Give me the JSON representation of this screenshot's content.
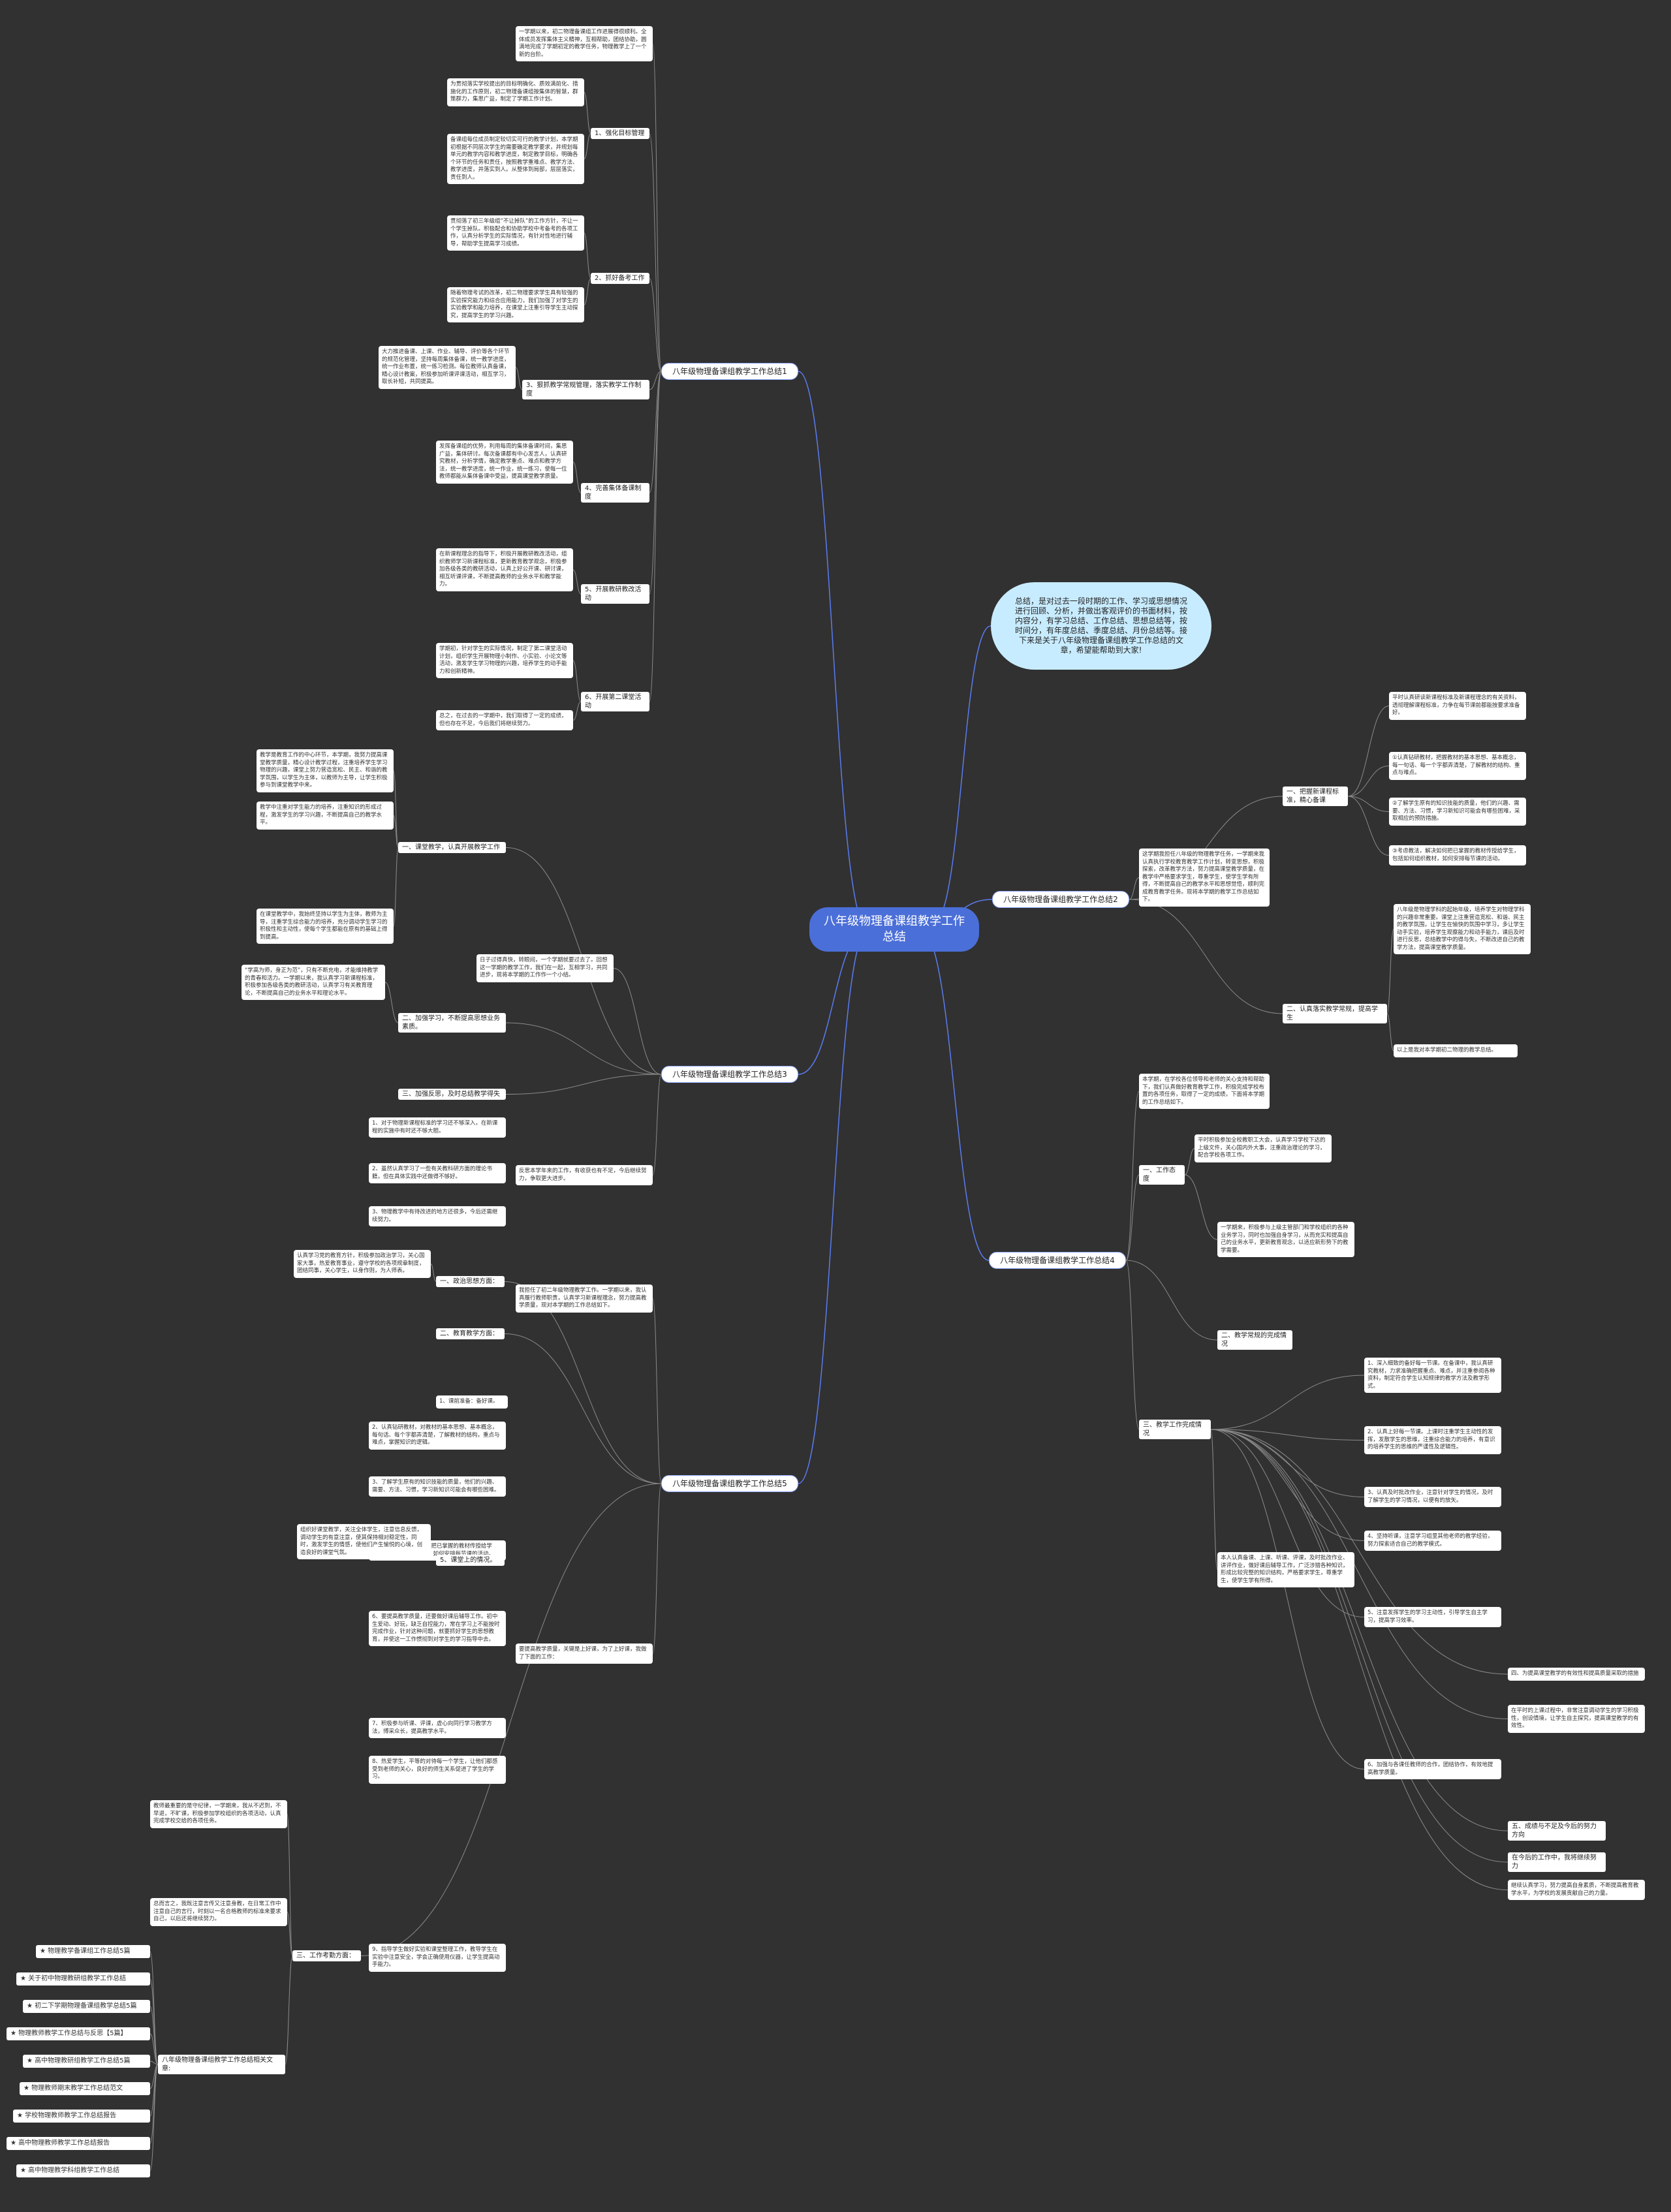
{
  "root": "八年级物理备课组教学工作总结",
  "intro": "总结，是对过去一段时期的工作、学习或思想情况进行回顾、分析，并做出客观评价的书面材料，按内容分，有学习总结、工作总结、思想总结等，按时间分，有年度总结、季度总结、月份总结等。接下来是关于八年级物理备课组教学工作总结的文章，希望能帮助到大家!",
  "b1": {
    "title": "八年级物理备课组教学工作总结1",
    "intro_text": "一学期以来，初二物理备课组工作进展得很顺利。全体成员发挥集体主义精神，互相帮助，团结协助，圆满地完成了学期初定的教学任务，物理教学上了一个新的台阶。",
    "s1": "1、强化目标管理",
    "s1_t1": "为贯彻落实学校提出的目标明确化、质效满前化、措施化的工作原则，初二物理备课组按集体的智慧，群策群力，集思广益，制定了学期工作计划。",
    "s1_t2": "备课组每位成员制定较切实可行的教学计划，本学期初根据不同层次学生的需要确定教学要求，并规划每单元的教学内容和教学进度，制定教学目标，明确各个环节的任务和责任，按照教学重难点、教学方法、教学进度，并落实到人。从整体到局部，层层落实，责任到人。",
    "s2": "2、抓好备考工作",
    "s2_t1": "贯彻落了初三年级组“不让掉队”的工作方针，不让一个学生掉队。积极配合和协助学校中考备考的各项工作，认真分析学生的实际情况，有针对性地进行辅导，帮助学生提高学习成绩。",
    "s2_t2": "随着物理考试的改革，初二物理要求学生具有较强的实验探究能力和综合应用能力，我们加强了对学生的实验教学和能力培养，在课堂上注重引导学生主动探究，提高学生的学习兴趣。",
    "s3": "3、狠抓教学常规管理，落实教学工作制度",
    "s3_t1": "大力推进备课、上课、作业、辅导、评价等各个环节的规范化管理，坚持每周集体备课，统一教学进度，统一作业布置，统一练习检测。每位教师认真备课，精心设计教案，积极参加听课评课活动，相互学习，取长补短，共同提高。",
    "s4": "4、完善集体备课制度",
    "s4_t1": "发挥备课组的优势，利用每周的集体备课时间，集思广益，集体研讨。每次备课都有中心发言人，认真研究教材，分析学情，确定教学重点、难点和教学方法，统一教学进度，统一作业，统一练习，使每一位教师都能从集体备课中受益，提高课堂教学质量。",
    "s5": "5、开展教研教改活动",
    "s5_t1": "在新课程理念的指导下，积极开展教研教改活动，组织教师学习新课程标准，更新教育教学观念，积极参加各级各类的教研活动，认真上好公开课、研讨课，相互听课评课，不断提高教师的业务水平和教学能力。",
    "s6": "6、开展第二课堂活动",
    "s6_t1": "学期初，针对学生的实际情况，制定了第二课堂活动计划，组织学生开展物理小制作、小实验、小论文等活动，激发学生学习物理的兴趣，培养学生的动手能力和创新精神。",
    "s6_t2": "总之，在过去的一学期中，我们取得了一定的成绩，但也存在不足，今后我们将继续努力。"
  },
  "b2": {
    "title": "八年级物理备课组教学工作总结2",
    "intro_text": "这学期我担任八年级的物理教学任务，一学期来我认真执行学校教育教学工作计划，转变思想，积极探索，改革教学方法，努力提高课堂教学质量，在教学中严格要求学生，尊重学生，使学生学有所得，不断提高自己的教学水平和思想觉悟，顺利完成教育教学任务。现将本学期的教学工作总结如下。",
    "s1": "一、把握新课程标准，精心备课",
    "s1_t1": "平时认真研读新课程标准及新课程理念的有关资料，透彻理解课程标准，力争在每节课前都能按要求准备好。",
    "s1_t2": "①认真钻研教材，把握教材的基本思想、基本概念，每一句话、每一个字都弄清楚，了解教材的结构、重点与难点。",
    "s1_t3": "②了解学生原有的知识技能的质量，他们的兴趣、需要、方法、习惯，学习新知识可能会有哪些困难，采取相应的预防措施。",
    "s1_t4": "③考虑教法，解决如何把已掌握的教材传授给学生，包括如何组织教材，如何安排每节课的活动。",
    "s2": "二、认真落实教学常规，提高学生",
    "s2_t1": "八年级是物理学科的起始年级，培养学生对物理学科的兴趣非常重要。课堂上注重营造宽松、和谐、民主的教学氛围，让学生在愉快的氛围中学习，多让学生动手实验，培养学生观察能力和动手能力，课后及时进行反思，总结教学中的得与失，不断改进自己的教学方法，提高课堂教学质量。",
    "s2_t2": "以上是我对本学期初二物理的教学总结。"
  },
  "b3": {
    "title": "八年级物理备课组教学工作总结3",
    "intro_text": "日子过得真快，转眼间，一个学期就要过去了。回想这一学期的教学工作，我们在一起，互相学习，共同进步，现将本学期的工作作一个小结。",
    "s1": "一、课堂教学，认真开展教学工作",
    "s1_t1": "教学是教育工作的中心环节，本学期，我努力提高课堂教学质量，精心设计教学过程，注重培养学生学习物理的兴趣，课堂上努力营造宽松、民主、和谐的教学氛围，以学生为主体，以教师为主导，让学生积极参与到课堂教学中来。",
    "s1_t2": "教学中注重对学生能力的培养，注重知识的形成过程，激发学生的学习兴趣，不断提高自己的教学水平。",
    "s1_t3": "在课堂教学中，我始终坚持以学生为主体，教师为主导，注重学生综合能力的培养，充分调动学生学习的积极性和主动性，使每个学生都能在原有的基础上得到提高。",
    "s2": "二、加强学习，不断提高思想业务素质。",
    "s2_t1": "“学高为师，身正为范”，只有不断充电，才能维持教学的青春和活力。一学期以来，我认真学习新课程标准，积极参加各级各类的教研活动，认真学习有关教育理论，不断提高自己的业务水平和理论水平。",
    "s3": "三、加强反思，及时总结教学得失",
    "s3_t1": "1、对于物理新课程标准的学习还不够深入，在新课程的实施中有时还不够大胆。",
    "s3_t2": "2、虽然认真学习了一些有关教科研方面的理论书籍，但在具体实践中还做得不够好。",
    "s3_t3": "3、物理教学中有待改进的地方还很多，今后还需继续努力。",
    "s3_t4": "反思本学年来的工作，有收获也有不足，今后继续努力，争取更大进步。"
  },
  "b4": {
    "title": "八年级物理备课组教学工作总结4",
    "intro_text": "本学期，在学校各位领导和老师的关心支持和帮助下，我们认真做好教育教学工作，积极完成学校布置的各项任务，取得了一定的成绩，下面将本学期的工作总结如下。",
    "s1": "一、工作态度",
    "s1_t1": "平时积极参加全校教职工大会，认真学习学校下达的上级文件，关心国内外大事，注重政治理论的学习，配合学校各项工作。",
    "s1_t2": "一学期来，积极参与上级主管部门和学校组织的各种业务学习，同时也加强自身学习，从而充实和提高自己的业务水平，更新教育观念，以适应新形势下的教学需要。",
    "s2": "二、教学常规的完成情况",
    "s3": "三、教学工作完成情况",
    "s3_t1": "1、深入细致的备好每一节课。在备课中，我认真研究教材，力求准确把握重点、难点，并注重参阅各种资料，制定符合学生认知规律的教学方法及教学形式。",
    "s3_t2": "2、认真上好每一节课。上课时注重学生主动性的发挥，发散学生的思维，注重综合能力的培养，有意识的培养学生的思维的严谨性及逻辑性。",
    "s3_t3": "3、认真及时批改作业，注意针对学生的情况，及时了解学生的学习情况，以便有的放矢。",
    "s3_t4": "4、坚持听课，注意学习组里其他老师的教学经验，努力探索适合自己的教学模式。",
    "s3_t5": "5、注意发挥学生的学习主动性，引导学生自主学习，提高学习效率。",
    "s3_t6": "6、加强与各课任教师的合作，团结协作，有效地提高教学质量。",
    "s3_t7": "本人认真备课、上课、听课、评课，及时批改作业、讲评作业，做好课后辅导工作，广泛涉猎各种知识，形成比较完整的知识结构，严格要求学生，尊重学生，使学生学有所得。",
    "s4a": "四、为提高课堂教学的有效性和提高质量采取的措施",
    "s4a_t": "在平时的上课过程中，非常注意调动学生的学习积极性，创设情境，让学生自主探究，提高课堂教学的有效性。",
    "s4b": "五、成绩与不足及今后的努力方向",
    "s4c": "在今后的工作中，我将继续努力",
    "s4c_t": "继续认真学习，努力提高自身素质，不断提高教育教学水平，为学校的发展贡献自己的力量。"
  },
  "b5": {
    "title": "八年级物理备课组教学工作总结5",
    "intro_text": "我担任了初二年级物理教学工作。一学期以来，我认真履行教师职责，认真学习新课程理念，努力提高教学质量，现对本学期的工作总结如下。",
    "s1": "一、政治思想方面：",
    "s1_t1": "认真学习党的教育方针，积极参加政治学习，关心国家大事，热爱教育事业，遵守学校的各项规章制度，团结同事，关心学生，以身作则，为人师表。",
    "s2": "二、教育教学方面：",
    "s2_t1": "1、课前准备：备好课。",
    "s2_t2": "2、认真钻研教材，对教材的基本思想、基本概念，每句话、每个字都弄清楚，了解教材的结构，重点与难点，掌握知识的逻辑。",
    "s2_t3": "3、了解学生原有的知识技能的质量，他们的兴趣、需要、方法、习惯，学习新知识可能会有哪些困难。",
    "s2_t4": "4、考虑教法，解决如何把已掌握的教材传授给学生，包括如何组织教材、如何安排每节课的活动。",
    "s2_t5": "5、课堂上的情况。",
    "s2_t5a": "组织好课堂教学，关注全体学生，注意信息反馈，调动学生的有意注意，使其保持相对稳定性，同时，激发学生的情感，使他们产生愉悦的心境，创造良好的课堂气氛。",
    "s2_t6": "6、要提高教学质量，还要做好课后辅导工作。初中生爱动、好玩，缺乏自控能力，常在学习上不能按时完成作业，针对这种问题，就要抓好学生的思想教育，并使这一工作惯彻到对学生的学习指导中去。",
    "s2_t7": "7、积极参与听课、评课，虚心向同行学习教学方法，博采众长，提高教学水平。",
    "s2_t8": "8、热爱学生，平等的对待每一个学生，让他们都感受到老师的关心，良好的师生关系促进了学生的学习。",
    "s2_t9": "9、指导学生做好实验和课堂整理工作，教导学生在实验中注意安全，学会正确使用仪器，让学生提高动手能力。",
    "s2_tA": "要提高教学质量，关键是上好课，为了上好课，我做了下面的工作：",
    "s3": "三、工作考勤方面：",
    "s3_t1": "教师最重要的是守纪律，一学期来，我从不迟到，不早退，不旷课，积极参加学校组织的各项活动，认真完成学校交给的各项任务。",
    "s3_t2": "总而言之，我既注意言传又注意身教，在日常工作中注意自己的言行，时刻以一名合格教师的标准来要求自己，以后还将继续努力。",
    "related_title": "八年级物理备课组教学工作总结相关文章:",
    "related": [
      "★ 物理教学备课组工作总结5篇",
      "★ 关于初中物理教研组教学工作总结",
      "★ 初二下学期物理备课组教学总结5篇",
      "★ 物理教师教学工作总结与反思【5篇】",
      "★ 高中物理教研组教学工作总结5篇",
      "★ 物理教师期末教学工作总结范文",
      "★ 学校物理教师教学工作总结报告",
      "★ 高中物理教师教学工作总结报告",
      "★ 高中物理教学科组教学工作总结"
    ]
  }
}
